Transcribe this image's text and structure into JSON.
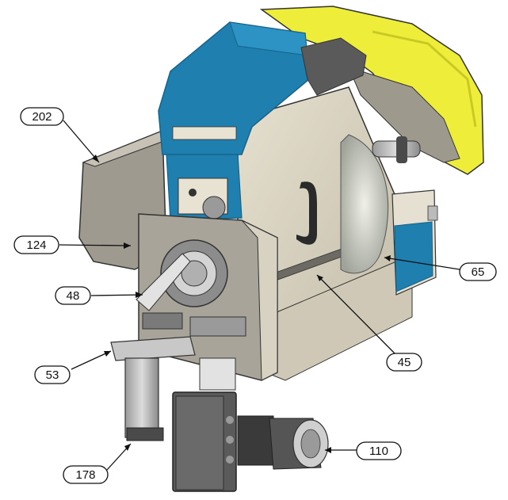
{
  "callouts": [
    {
      "id": "c202",
      "label": "202"
    },
    {
      "id": "c124",
      "label": "124"
    },
    {
      "id": "c48",
      "label": "48"
    },
    {
      "id": "c53",
      "label": "53"
    },
    {
      "id": "c178",
      "label": "178"
    },
    {
      "id": "c65",
      "label": "65"
    },
    {
      "id": "c45",
      "label": "45"
    },
    {
      "id": "c110",
      "label": "110"
    }
  ],
  "colors": {
    "blue": "#1f7fae",
    "blue_dark": "#16648b",
    "yellow": "#eeee3a",
    "yellow_dark": "#c9c926",
    "body": "#d8d2c2",
    "body_dark": "#9c978a",
    "grey": "#8f8f8f",
    "steel": "#bfbfbf",
    "dark": "#3a3a3a"
  }
}
